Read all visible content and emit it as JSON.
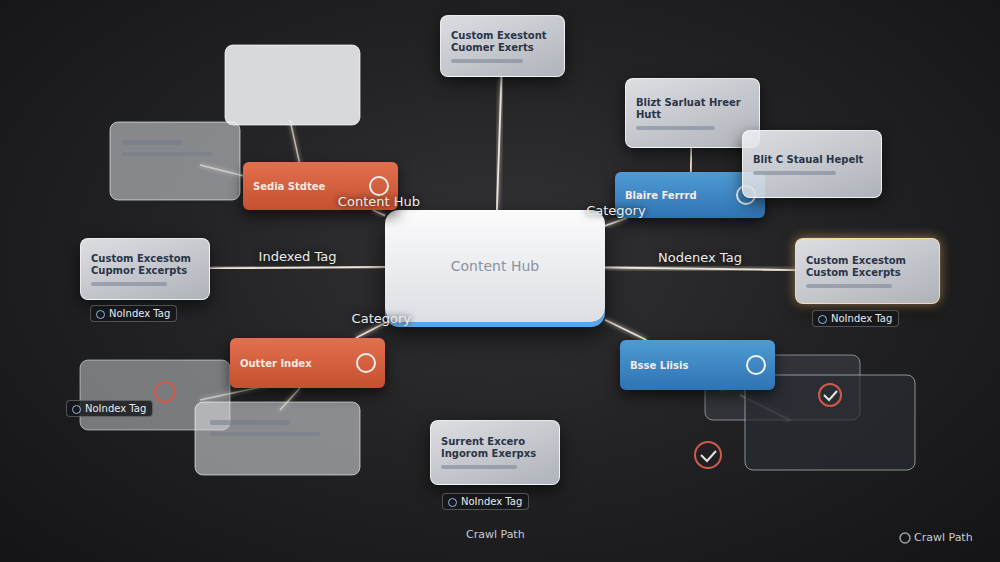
{
  "diagram": {
    "nodes": [
      {
        "text": [
          "Content Hub"
        ]
      },
      {
        "text": [
          "Custom Exestont Cuomer Exerts"
        ]
      },
      {
        "text": [
          "Sedia Stdtee"
        ]
      },
      {
        "text": [
          "Blizt Sarluat Hreer Hutt"
        ]
      },
      {
        "text": [
          "Blaire Ferrrd"
        ]
      },
      {
        "text": [
          "Blit C Staual Hepelt"
        ]
      },
      {
        "text": [
          "Custom Excestom Cupmor Excerpts"
        ]
      },
      {
        "text": [
          "Custom Excestom Custom Excerpts"
        ]
      },
      {
        "text": [
          "Outter Index"
        ]
      },
      {
        "text": [
          "Bsse Liisis"
        ]
      },
      {
        "text": [
          "Surrent Excero Ingorom Exerpxs"
        ]
      }
    ],
    "edges": [
      {
        "from": 0,
        "to": 1,
        "arrow": "none"
      },
      {
        "from": 0,
        "to": 2,
        "label": "Content Hub",
        "arrow": "none"
      },
      {
        "from": 0,
        "to": 4,
        "label": "Category",
        "arrow": "none"
      },
      {
        "from": 0,
        "to": 6,
        "label": "Indexed Tag",
        "arrow": "none"
      },
      {
        "from": 0,
        "to": 7,
        "label": "Nodenex Tag",
        "arrow": "none"
      },
      {
        "from": 0,
        "to": 8,
        "label": "Category",
        "arrow": "none"
      },
      {
        "from": 0,
        "to": 9,
        "arrow": "none"
      },
      {
        "from": 0,
        "to": 10,
        "arrow": "none"
      },
      {
        "from": 4,
        "to": 3,
        "arrow": "none"
      },
      {
        "from": 4,
        "to": 5,
        "arrow": "none"
      }
    ],
    "labels": [
      "NoIndex Tag",
      "NoIndex Tag",
      "NoIndex Tag",
      "NoIndex Tag",
      "Crawl Path",
      "Crawl Path"
    ]
  }
}
